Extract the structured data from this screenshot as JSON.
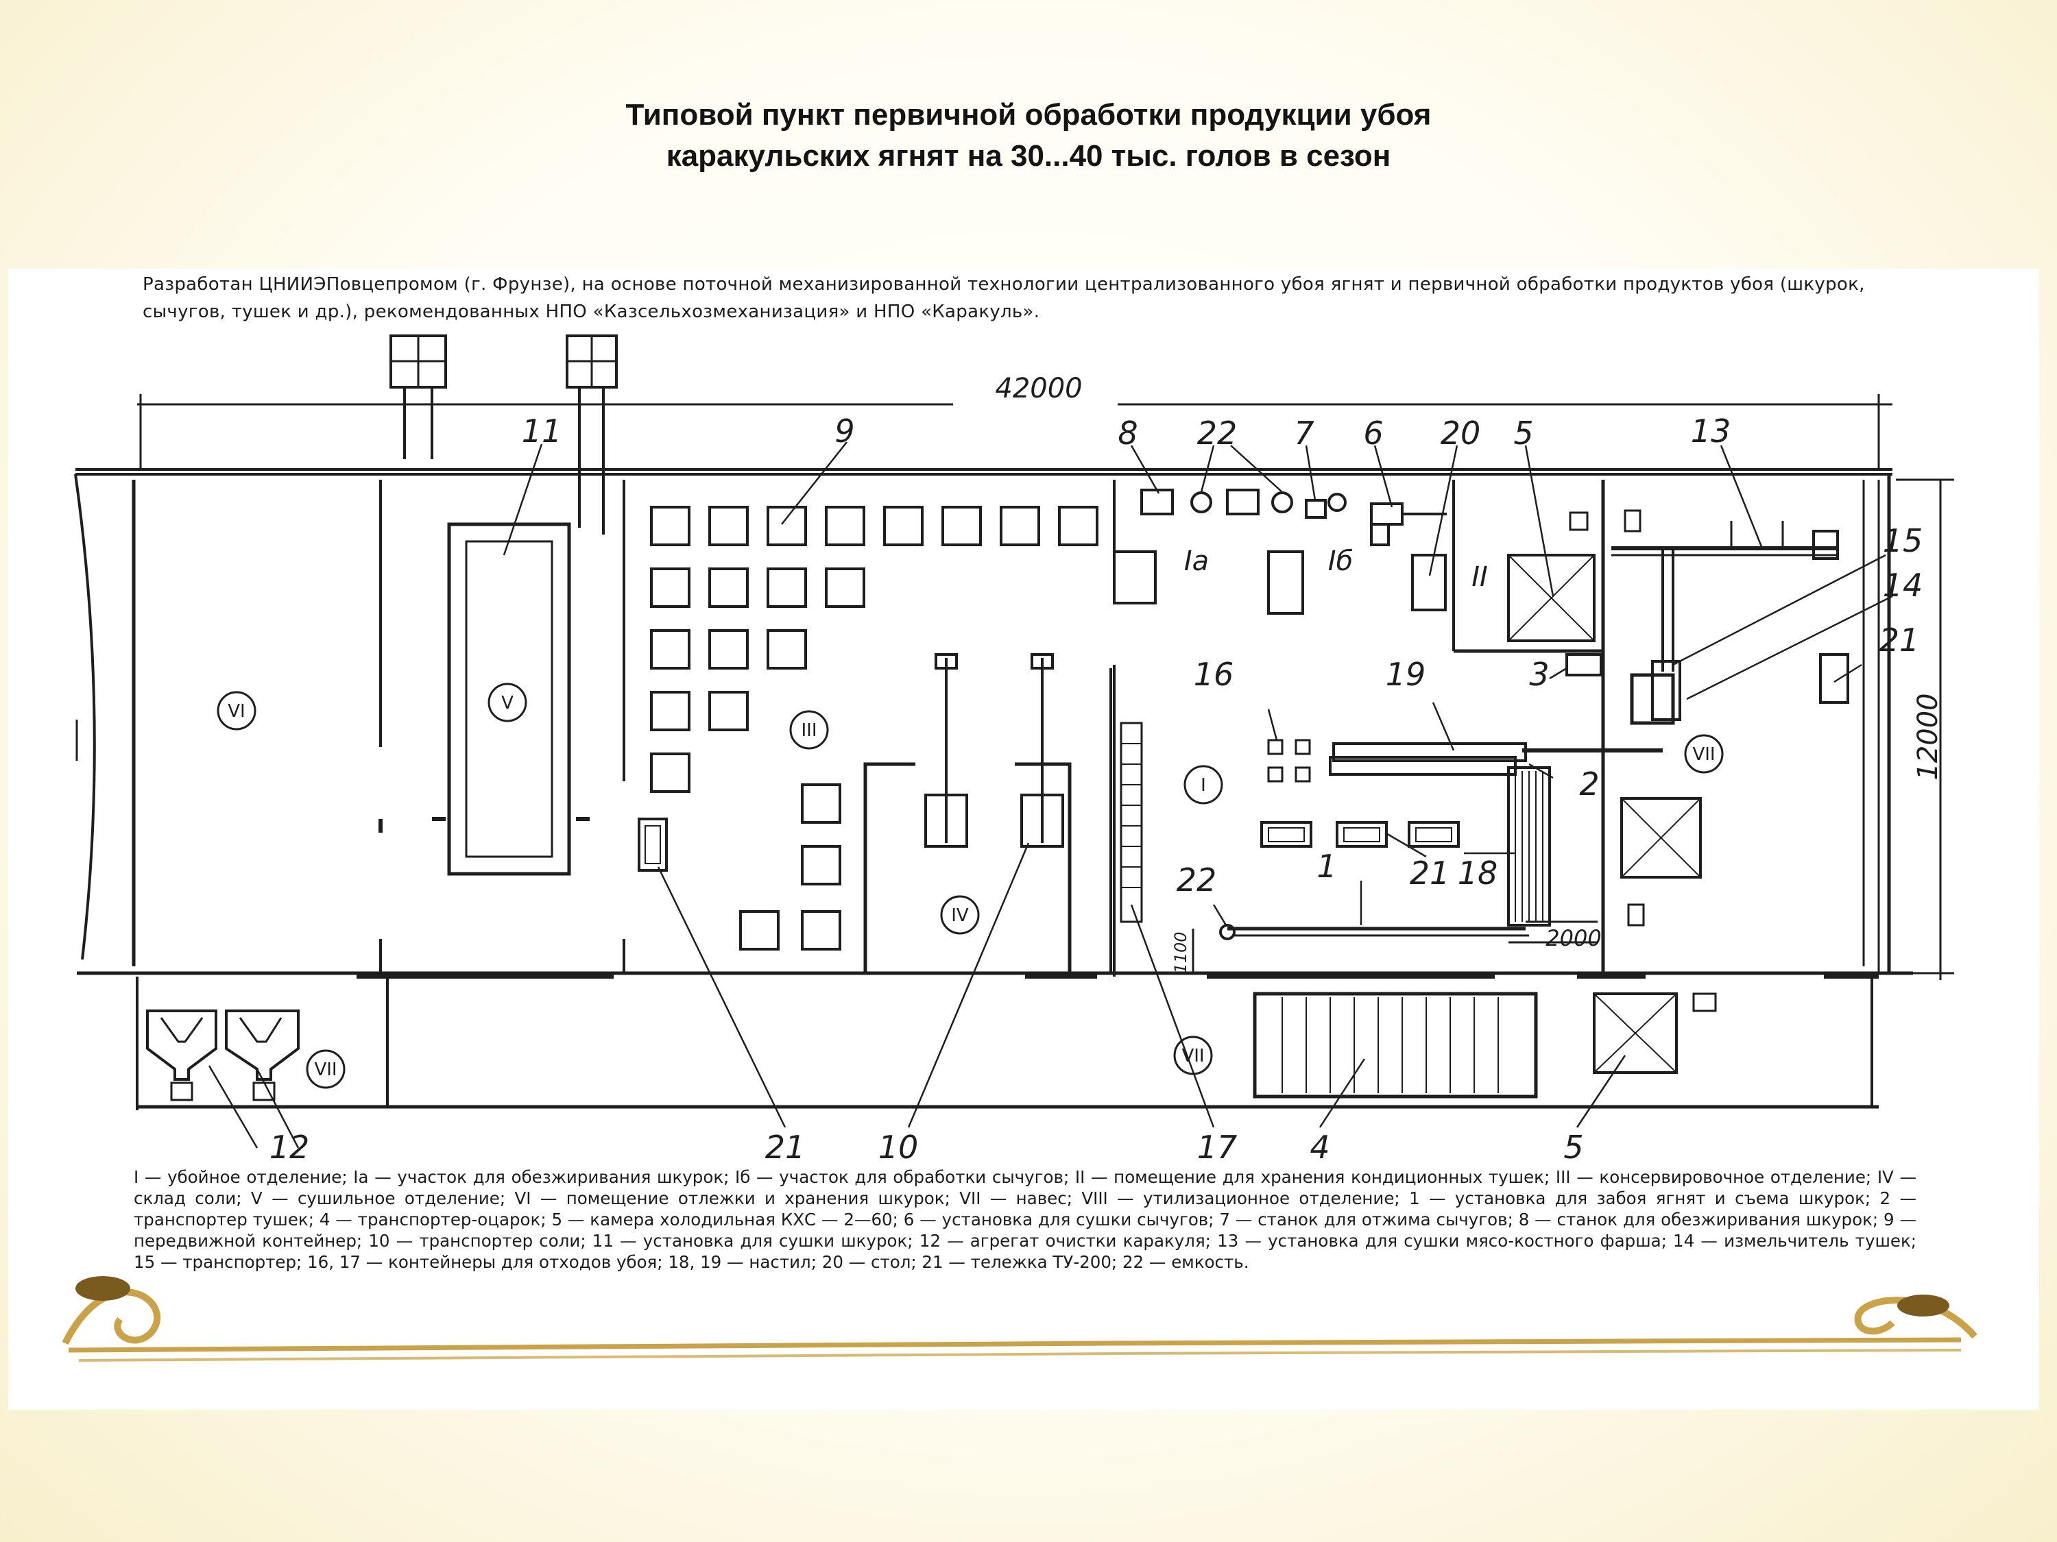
{
  "title": {
    "line1": "Типовой пункт первичной обработки продукции убоя",
    "line2": "каракульских ягнят на 30...40 тыс. голов в сезон"
  },
  "intro_text": "Разработан ЦНИИЭПовцепромом (г. Фрунзе), на основе поточной механизированной технологии централизованного убоя ягнят и первичной обработки продуктов убоя (шкурок, сычугов, тушек и др.), рекомендованных НПО «Казсельхозмеханизация» и НПО «Каракуль».",
  "dimensions": {
    "overall_length": "42000",
    "overall_width": "12000",
    "conveyor_gap": "2000",
    "offset": "1100"
  },
  "zones": {
    "I": "I",
    "Ia": "Ia",
    "Ib": "Iб",
    "II": "II",
    "III": "III",
    "IV": "IV",
    "V": "V",
    "VI": "VI",
    "VII": "VII"
  },
  "callouts": [
    "1",
    "2",
    "3",
    "4",
    "5",
    "6",
    "7",
    "8",
    "9",
    "10",
    "11",
    "12",
    "13",
    "14",
    "15",
    "16",
    "17",
    "18",
    "19",
    "20",
    "21",
    "22"
  ],
  "legend_text": "I — убойное отделение; Ia — участок для обезжиривания шкурок; Iб — участок для обработки сычугов; II — помещение для хранения кондиционных тушек; III — консервировочное отделение; IV — склад соли; V — сушильное отделение; VI — помещение отлежки и хранения шкурок; VII — навес; VIII — утилизационное отделение; 1 — установка для забоя ягнят и съема шкурок; 2 — транспортер тушек; 4 — транспортер-оцарок; 5 — камера холодильная КХС — 2—60; 6 — установка для сушки сычугов; 7 — станок для отжима сычугов; 8 — станок для обезжиривания шкурок; 9 — передвижной контейнер; 10 — транспортер соли; 11 — установка для сушки шкурок; 12 — агрегат очистки каракуля; 13 — установка для сушки мясо-костного фарша; 14 — измельчитель тушек; 15 — транспортер; 16, 17 — контейнеры для отходов убоя; 18, 19 — настил; 20 — стол; 21 — тележка ТУ-200; 22 — емкость.",
  "colors": {
    "ink": "#1e1e1e",
    "ornament_gold": "#c9a24a",
    "ornament_dark": "#7a5a1e"
  }
}
